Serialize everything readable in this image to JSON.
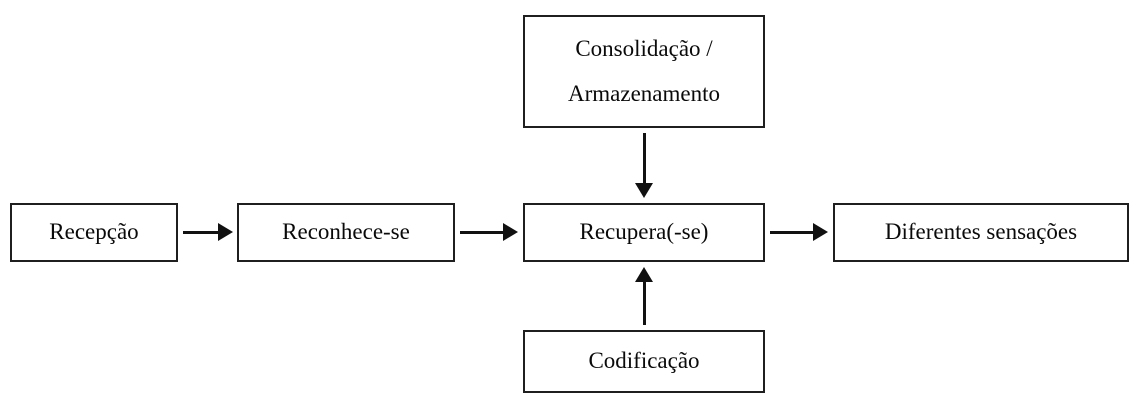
{
  "diagram": {
    "title": "memory-process-flowchart",
    "colors": {
      "border": "#1f1f1f",
      "text": "#0a0a0a",
      "background": "#ffffff",
      "arrow": "#111111"
    },
    "nodes": {
      "consolidacao": {
        "line1": "Consolidação /",
        "line2": "Armazenamento"
      },
      "recepcao": {
        "label": "Recepção"
      },
      "reconhece": {
        "label": "Reconhece-se"
      },
      "recupera": {
        "label": "Recupera(-se)"
      },
      "sensacoes": {
        "label": "Diferentes sensações"
      },
      "codificacao": {
        "label": "Codificação"
      }
    },
    "edges": [
      {
        "from": "recepcao",
        "to": "reconhece",
        "direction": "right"
      },
      {
        "from": "reconhece",
        "to": "recupera",
        "direction": "right"
      },
      {
        "from": "recupera",
        "to": "sensacoes",
        "direction": "right"
      },
      {
        "from": "consolidacao",
        "to": "recupera",
        "direction": "down"
      },
      {
        "from": "codificacao",
        "to": "recupera",
        "direction": "up"
      }
    ]
  }
}
